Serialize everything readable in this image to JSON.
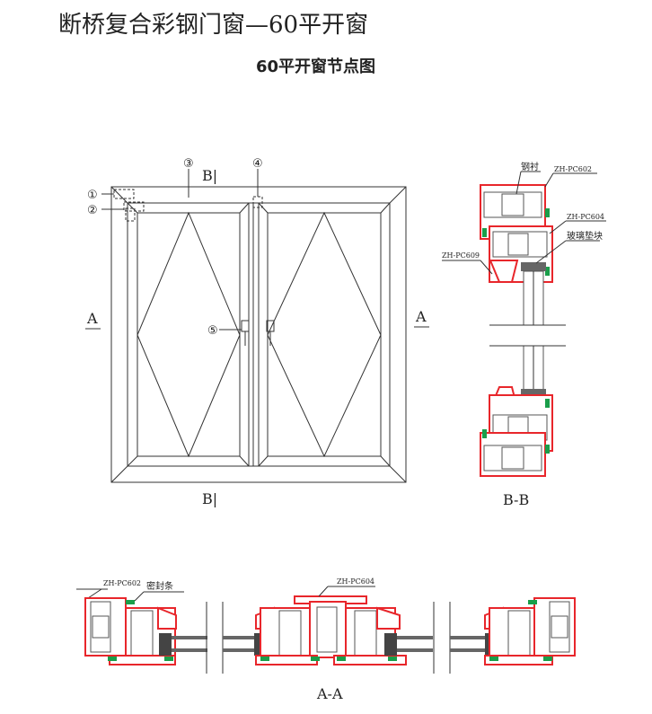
{
  "title": "断桥复合彩钢门窗—60平开窗",
  "subtitle": "60平开窗节点图",
  "elevation": {
    "callouts": [
      "①",
      "②",
      "③",
      "④",
      "⑤"
    ],
    "section_b_top": "B|",
    "section_b_bottom": "B|",
    "section_a_left": "A",
    "section_a_right": "A"
  },
  "section_bb": {
    "label": "B-B",
    "callouts": [
      "钢衬",
      "ZH-PC602",
      "ZH-PC604",
      "玻璃垫块",
      "ZH-PC609"
    ]
  },
  "section_aa": {
    "label": "A-A",
    "callouts": [
      "ZH-PC602",
      "密封条",
      "ZH-PC604"
    ]
  },
  "colors": {
    "profile_outline": "#e8262b",
    "seal": "#1a9e4a"
  }
}
